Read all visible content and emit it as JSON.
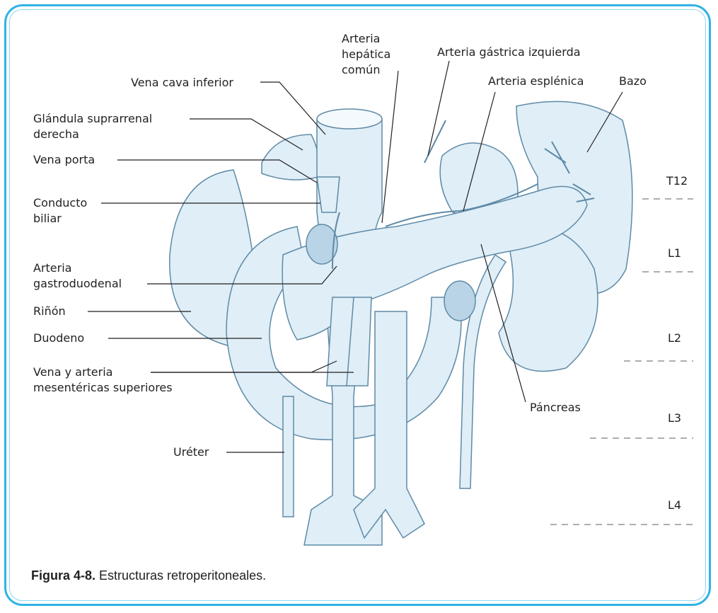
{
  "labels": {
    "arteria_hepatica": "Arteria\nhepática\ncomún",
    "arteria_gastrica": "Arteria gástrica izquierda",
    "vena_cava": "Vena cava inferior",
    "arteria_esplenica": "Arteria esplénica",
    "bazo": "Bazo",
    "glandula": "Glándula suprarrenal\nderecha",
    "vena_porta": "Vena porta",
    "conducto": "Conducto\nbiliar",
    "arteria_gastroduodenal": "Arteria\ngastroduodenal",
    "rinon": "Riñón",
    "duodeno": "Duodeno",
    "vena_mesenterica": "Vena y arteria\nmesentéricas superiores",
    "pancreas": "Páncreas",
    "ureter": "Uréter"
  },
  "vertebral_levels": [
    "T12",
    "L1",
    "L2",
    "L3",
    "L4"
  ],
  "caption": {
    "figure": "Figura 4-8.",
    "text": " Estructuras retroperitoneales."
  },
  "colors": {
    "frame": "#2fb3e4",
    "organ_fill": "#dfeef7",
    "organ_stroke": "#5f8aa6",
    "organ_shade": "#b9d4e6"
  }
}
